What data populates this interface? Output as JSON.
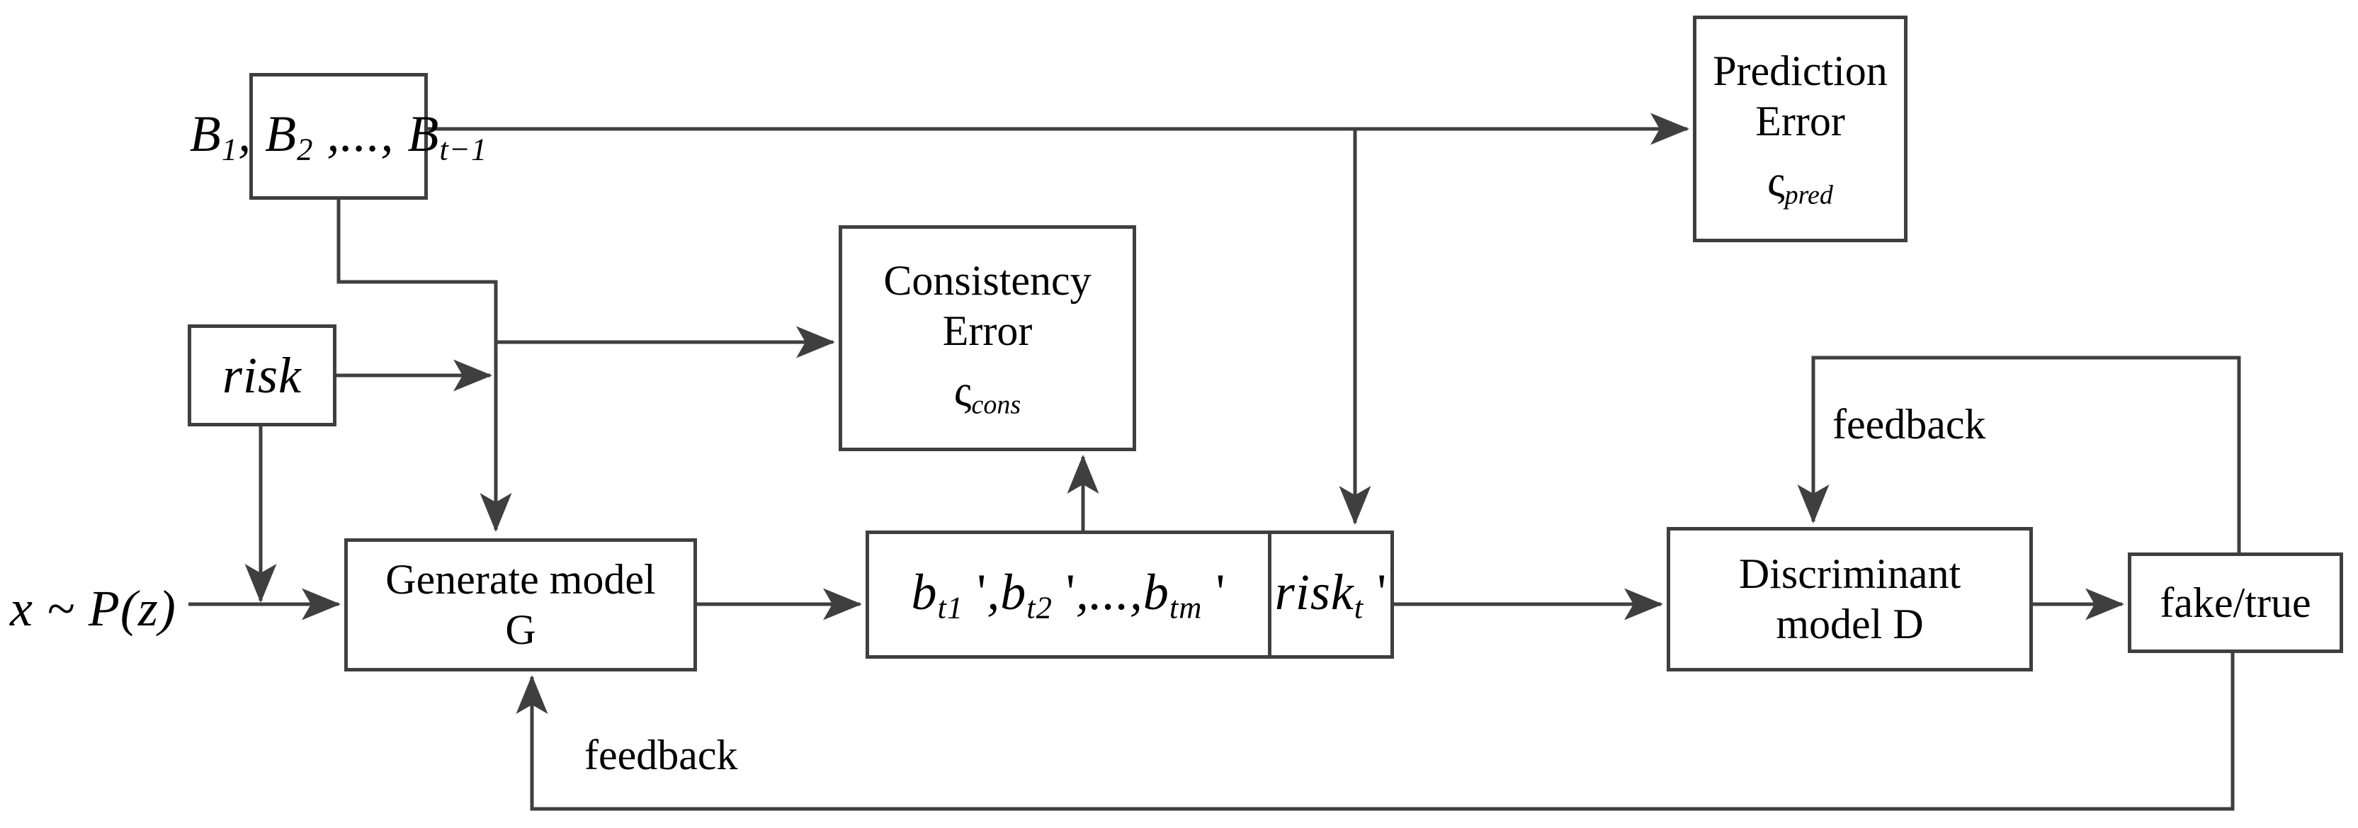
{
  "diagram": {
    "title": "GAN-based prediction framework flow diagram",
    "stroke_color": "#3f3f3f",
    "text_color": "#000000",
    "background": "#ffffff"
  },
  "nodes": {
    "history_sequence": {
      "name": "history-sequence-box",
      "text": "B1, B2 ,..., Bt-1"
    },
    "risk_input": {
      "name": "risk-box",
      "text": "risk"
    },
    "noise_label": {
      "name": "noise-distribution-label",
      "text": "x ~ P(z)"
    },
    "generator": {
      "name": "generate-model-box",
      "line1": "Generate model",
      "line2": "G"
    },
    "generated_sequence": {
      "name": "generated-sequence-cell",
      "text": "bt1 ', bt2 ',..., btm '"
    },
    "generated_risk": {
      "name": "generated-risk-cell",
      "text": "riskt '"
    },
    "consistency_error": {
      "name": "consistency-error-box",
      "line1": "Consistency Error",
      "symbol": "ς",
      "subscript": "cons"
    },
    "prediction_error": {
      "name": "prediction-error-box",
      "line1": "Prediction Error",
      "symbol": "ς",
      "subscript": "pred"
    },
    "discriminator": {
      "name": "discriminant-model-box",
      "line1": "Discriminant",
      "line2": "model D"
    },
    "verdict": {
      "name": "fake-true-box",
      "text": "fake/true"
    }
  },
  "edge_labels": {
    "feedback_to_discriminator": "feedback",
    "feedback_to_generator": "feedback"
  }
}
